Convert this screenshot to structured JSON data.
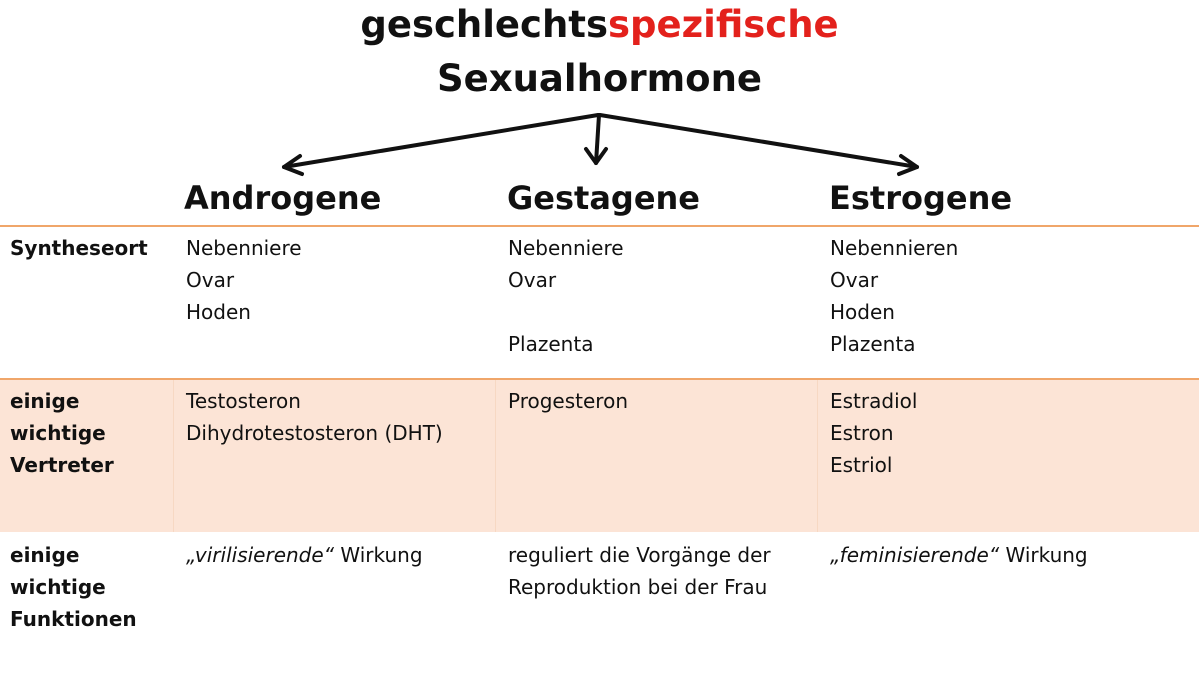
{
  "title": {
    "prefix": "geschlechts",
    "highlight": "spezifische",
    "line2": "Sexualhormone"
  },
  "colors": {
    "accent": "#e3211c",
    "rule": "#f0a66a",
    "band": "#fce4d6"
  },
  "columns": [
    "Androgene",
    "Gestagene",
    "Estrogene"
  ],
  "rows": {
    "syntheseort": {
      "label": [
        "Syntheseort"
      ],
      "androgene": [
        "Nebenniere",
        "Ovar",
        "Hoden"
      ],
      "gestagene": [
        "Nebenniere",
        "Ovar",
        "",
        "Plazenta"
      ],
      "estrogene": [
        "Nebennieren",
        "Ovar",
        "Hoden",
        "Plazenta"
      ]
    },
    "vertreter": {
      "label": [
        "einige",
        "wichtige",
        "Vertreter"
      ],
      "androgene": [
        "Testosteron",
        "Dihydrotestosteron (DHT)"
      ],
      "gestagene": [
        "Progesteron"
      ],
      "estrogene": [
        "Estradiol",
        "Estron",
        "Estriol"
      ]
    },
    "funktionen": {
      "label": [
        "einige",
        "wichtige",
        "Funktionen"
      ],
      "androgene": {
        "italic": "„virilisierende“",
        "rest": " Wirkung"
      },
      "gestagene": [
        "reguliert die Vorgänge der",
        "Reproduktion bei der Frau"
      ],
      "estrogene": {
        "italic": "„feminisierende“",
        "rest": " Wirkung"
      }
    }
  }
}
